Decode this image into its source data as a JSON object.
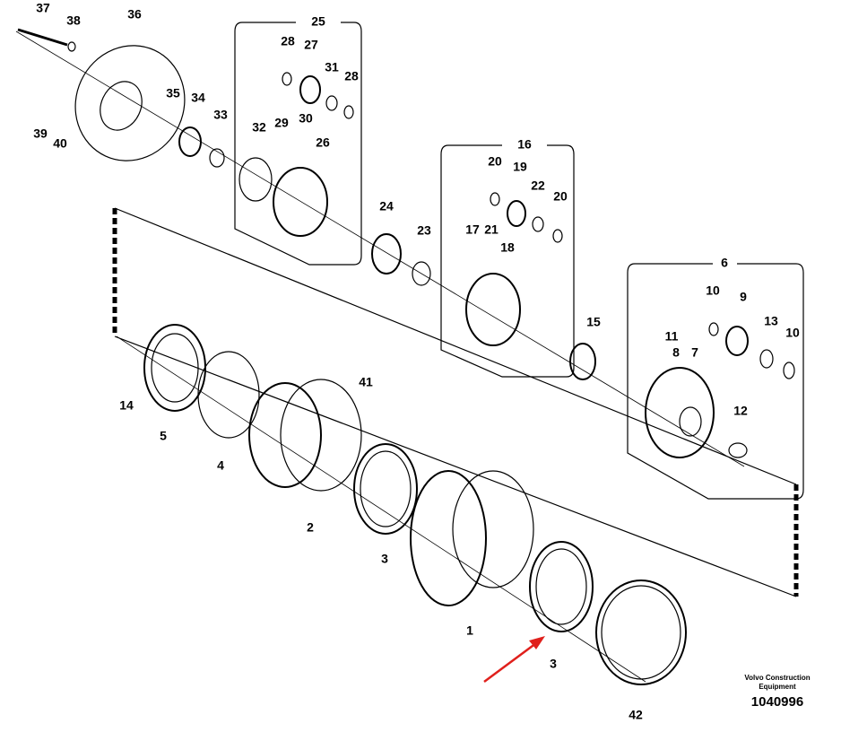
{
  "diagram": {
    "callouts": [
      "37",
      "38",
      "36",
      "25",
      "28",
      "27",
      "31",
      "28",
      "35",
      "34",
      "33",
      "39",
      "40",
      "32",
      "29",
      "30",
      "26",
      "16",
      "20",
      "19",
      "22",
      "20",
      "24",
      "23",
      "17",
      "21",
      "18",
      "6",
      "10",
      "9",
      "13",
      "10",
      "15",
      "11",
      "8",
      "7",
      "41",
      "14",
      "12",
      "5",
      "4",
      "2",
      "3",
      "1",
      "3",
      "42"
    ],
    "highlight_arrow_color": "#e0201c",
    "highlighted_part": "3"
  },
  "footer": {
    "brand": "Volvo Construction Equipment",
    "figure_number": "1040996"
  }
}
